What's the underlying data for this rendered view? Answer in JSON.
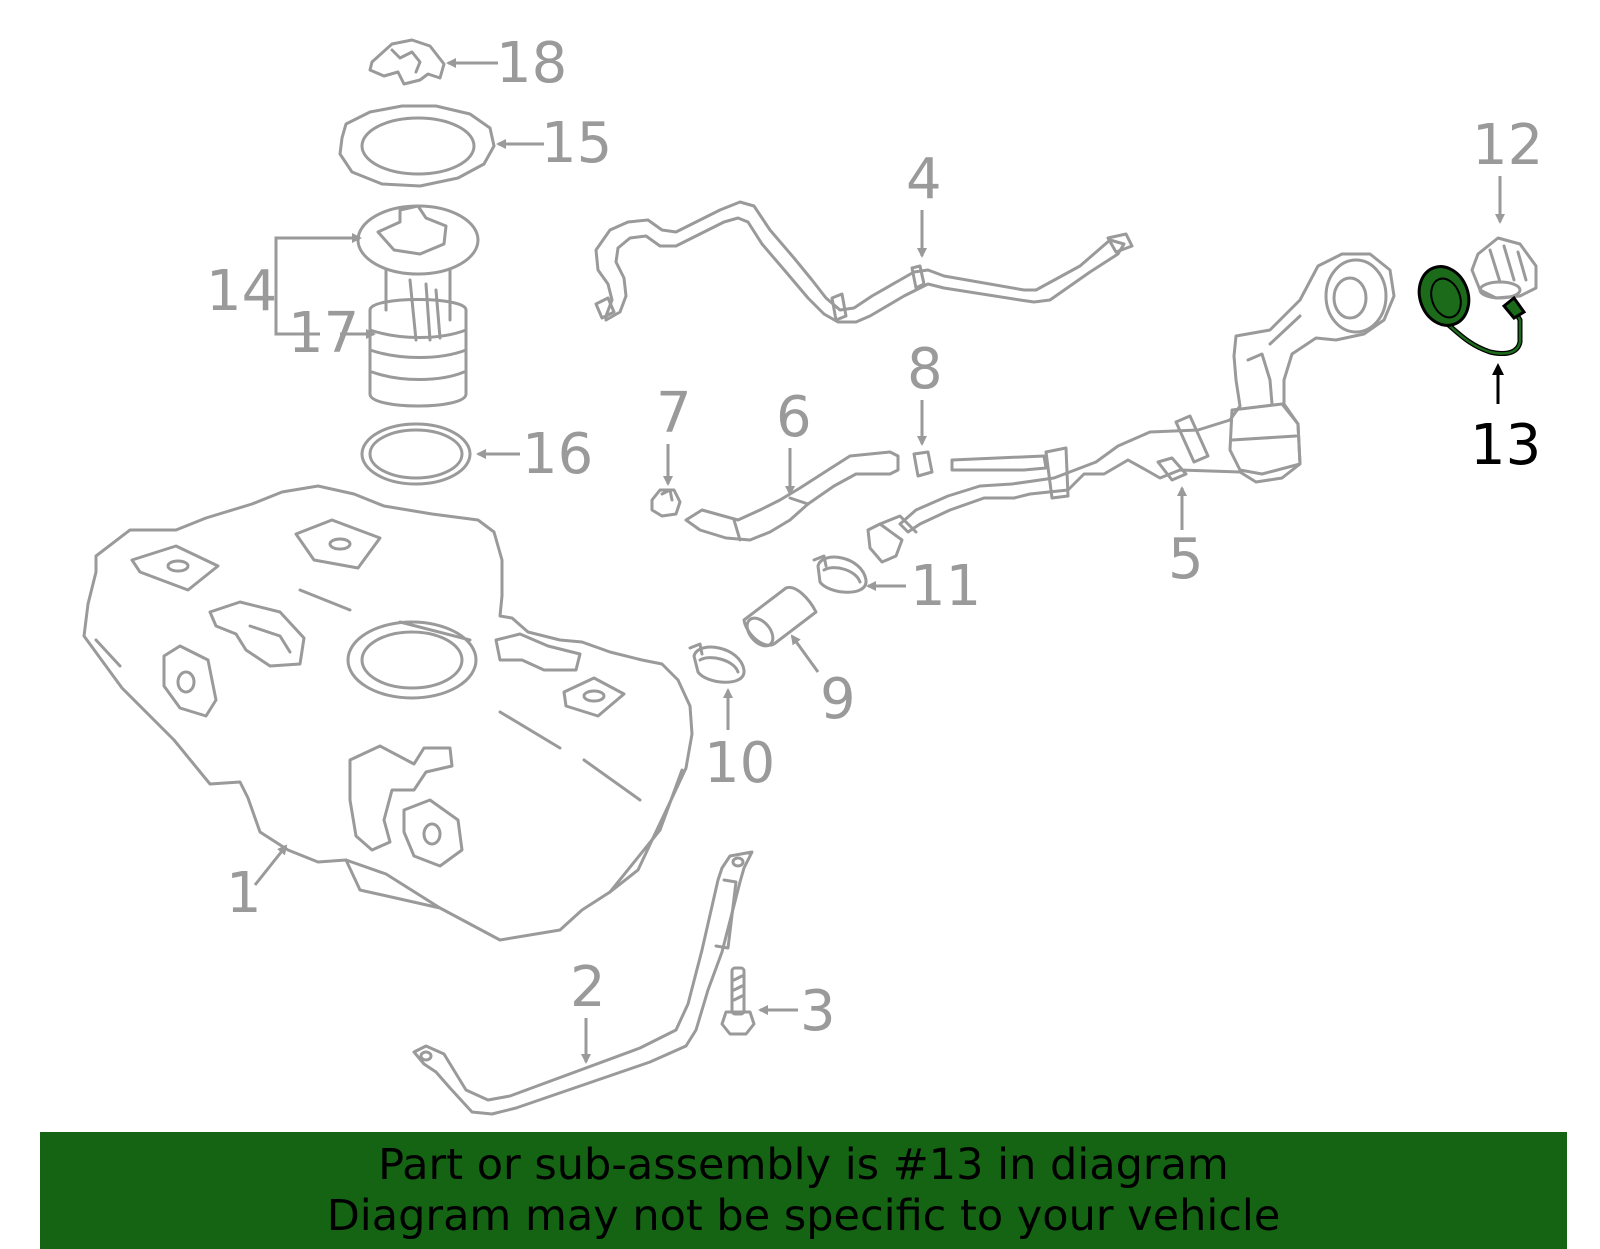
{
  "callouts": {
    "c1": "1",
    "c2": "2",
    "c3": "3",
    "c4": "4",
    "c5": "5",
    "c6": "6",
    "c7": "7",
    "c8": "8",
    "c9": "9",
    "c10": "10",
    "c11": "11",
    "c12": "12",
    "c13": "13",
    "c14": "14",
    "c15": "15",
    "c16": "16",
    "c17": "17",
    "c18": "18"
  },
  "highlighted_part": "13",
  "colors": {
    "part_lines": "#9a9a9a",
    "highlight": "#1b6b1b",
    "banner": "#146414",
    "banner_text": "#000000"
  },
  "banner": {
    "line1": "Part or sub-assembly is #13 in diagram",
    "line2": "Diagram may not be specific to your vehicle"
  }
}
